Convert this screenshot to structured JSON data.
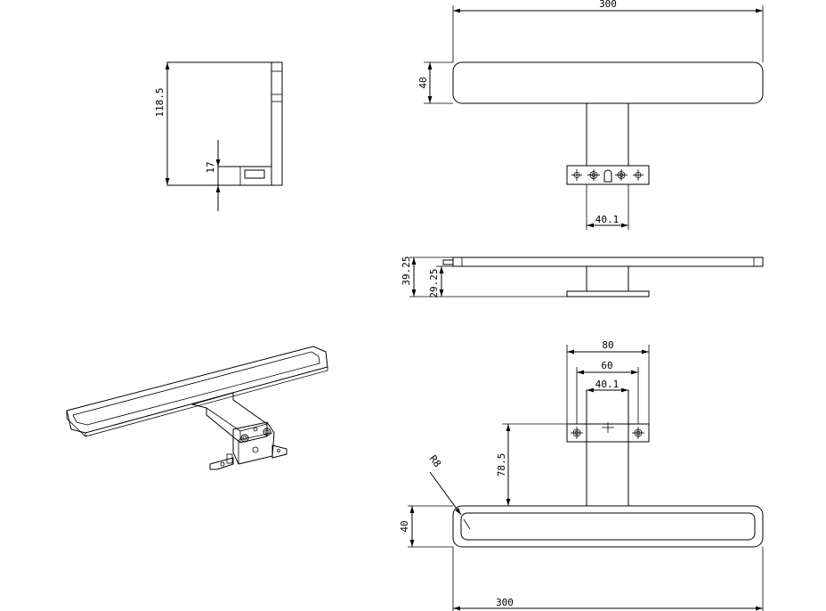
{
  "dimensions": {
    "side_height": "118.5",
    "side_gap": "17",
    "top_width": "300",
    "top_bar_height": "40",
    "top_arm_width": "40.1",
    "front_total": "39.25",
    "front_arm": "29.25",
    "bottom_plate": "80",
    "bottom_holes": "60",
    "bottom_arm": "40.1",
    "bottom_reach": "78.5",
    "bottom_radius": "R8",
    "bottom_bar_height": "40",
    "bottom_width": "300"
  },
  "colors": {
    "line": "#000000",
    "background": "#ffffff"
  }
}
